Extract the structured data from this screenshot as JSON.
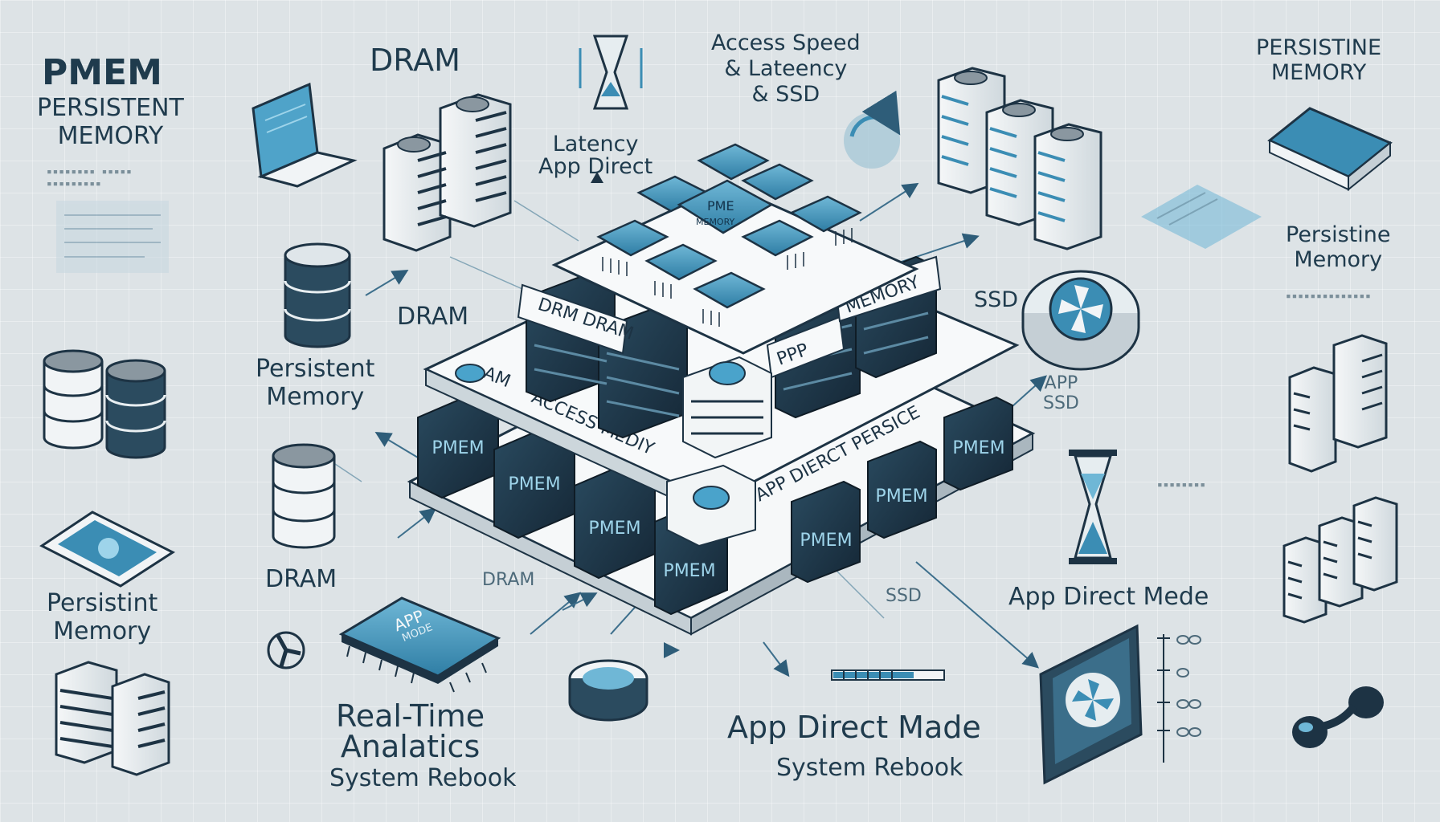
{
  "colors": {
    "background": "#dde3e6",
    "accent_blue": "#3b8db4",
    "dark_navy": "#1d3344",
    "platform_white": "#f6f8f9"
  },
  "labels": {
    "pmem_title": "PMEM",
    "pmem_subtitle": "PERSISTENT\nMEMORY",
    "dram_top": "DRAM",
    "dram_mid": "DRAM",
    "dram_lower": "DRAM",
    "dram_small": "DRAM",
    "persistent_memory_left1": "Persistent\nMemory",
    "persistent_memory_left2": "Persistint\nMemory",
    "latency": "Latency\nApp Direct",
    "access_speed": "Access Speed\n& Lateency\n& SSD",
    "persistine_memory_caps": "PERSISTINE\nMEMORY",
    "persistine_memory": "Persistine\nMemory",
    "ssd": "SSD",
    "app_ssd": "APP\nSSD",
    "app_direct_mede": "App Direct Mede",
    "ssd_lower": "SSD",
    "real_time": "Real-Time\nAnalatics",
    "system_rebook_left": "System Rebook",
    "app_direct_made": "App Direct Made",
    "system_rebook_right": "System Rebook"
  },
  "stack": {
    "top_chip_text": "PME\nMEMORY",
    "tier_labels": [
      "DRM DRAM",
      "PPP",
      "MEMORY"
    ],
    "band_labels": [
      "AM",
      "ACCESS MEDIY",
      "APP DIERCT PERSICE"
    ],
    "pmem_block_label": "PMEM"
  },
  "chip": {
    "app_label": "APP",
    "mode_label": "MODE"
  },
  "icons": [
    "laptop-icon",
    "server-rack-icon",
    "database-icon",
    "hourglass-icon",
    "fan-icon",
    "chip-icon",
    "storage-drive-icon",
    "tablet-icon",
    "arrow-icon"
  ]
}
